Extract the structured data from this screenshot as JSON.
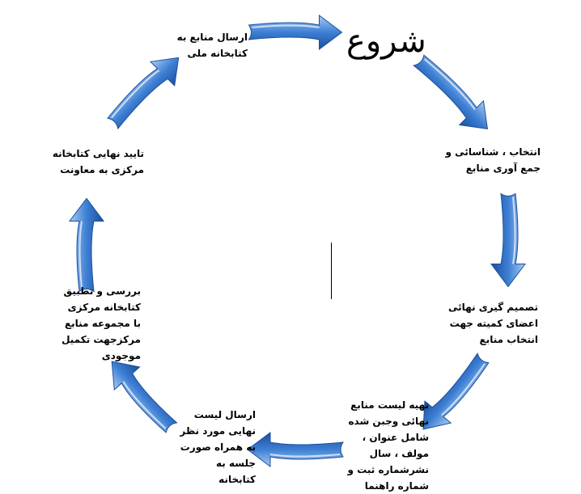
{
  "start_label": "شروع",
  "steps": [
    {
      "id": "select",
      "text": "انتخاب ، شناسائی و جمع آوری منابع"
    },
    {
      "id": "decision",
      "text": "تصمیم گیری نهائی اعضای کمیته جهت انتخاب منابع"
    },
    {
      "id": "list",
      "text": "تهیه لیست منابع نهائی وجبن شده شامل عنوان ، مولف ، سال نشرشماره ثبت و شماره راهنما"
    },
    {
      "id": "send-list",
      "text": "ارسال لیست نهایی مورد نظر به همراه صورت جلسه به کتابخانه"
    },
    {
      "id": "review",
      "text": "بررسی و تطبیق کتابخانه مرکزی با مجموعه منابع مرکزجهت تکمیل موجودی"
    },
    {
      "id": "approve",
      "text": "تایید نهایی کتابخانه مرکزی به معاونت"
    },
    {
      "id": "send-national",
      "text": "ارسال منابع به کتابخانه ملی"
    }
  ],
  "colors": {
    "arrow_light": "#a9cbf2",
    "arrow_mid": "#3d7fd4",
    "arrow_dark": "#1b4f9c"
  }
}
